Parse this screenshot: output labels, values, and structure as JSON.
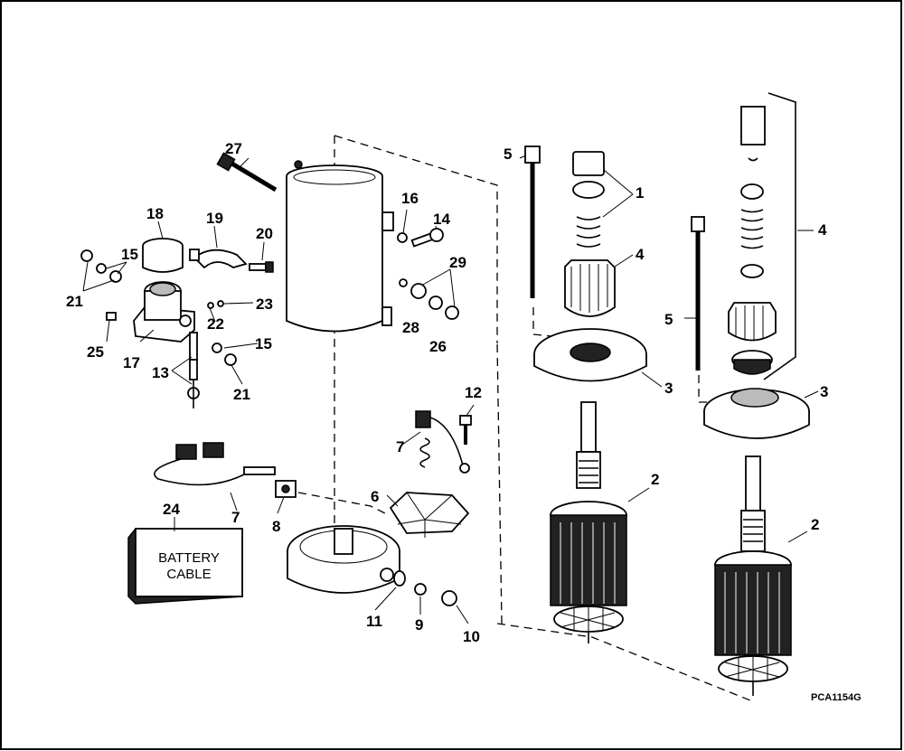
{
  "callouts": {
    "c1": "1",
    "c2a": "2",
    "c2b": "2",
    "c3a": "3",
    "c3b": "3",
    "c4a": "4",
    "c4b": "4",
    "c5a": "5",
    "c5b": "5",
    "c6": "6",
    "c7a": "7",
    "c7b": "7",
    "c8": "8",
    "c9": "9",
    "c10": "10",
    "c11": "11",
    "c12": "12",
    "c13": "13",
    "c14": "14",
    "c15a": "15",
    "c15b": "15",
    "c16": "16",
    "c17": "17",
    "c18": "18",
    "c19": "19",
    "c20": "20",
    "c21a": "21",
    "c21b": "21",
    "c22": "22",
    "c23": "23",
    "c24": "24",
    "c25": "25",
    "c26": "26",
    "c27": "27",
    "c28": "28",
    "c29": "29"
  },
  "battery_cable": {
    "line1": "BATTERY",
    "line2": "CABLE"
  },
  "figure_code": "PCA1154G"
}
